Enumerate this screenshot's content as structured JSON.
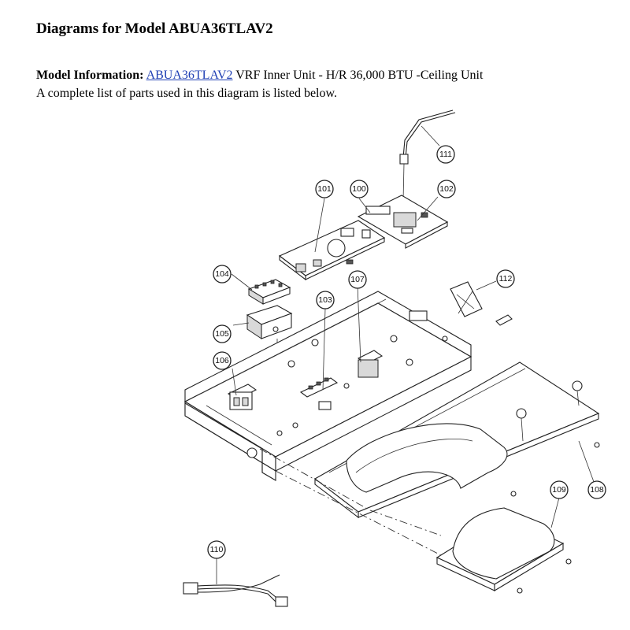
{
  "header": {
    "title": "Diagrams for Model ABUA36TLAV2"
  },
  "model_info": {
    "label": "Model Information:",
    "model_link": "ABUA36TLAV2",
    "description": " VRF Inner Unit - H/R 36,000 BTU -Ceiling Unit",
    "list_note": "A complete list of parts used in this diagram is listed below."
  },
  "diagram": {
    "callouts": [
      "111",
      "101",
      "100",
      "102",
      "104",
      "112",
      "107",
      "103",
      "105",
      "106",
      "109",
      "108",
      "110"
    ]
  }
}
